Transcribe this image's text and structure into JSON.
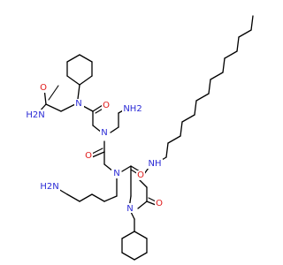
{
  "structure": {
    "atoms": {
      "amide_n": "H2N",
      "amide_o": "O",
      "n_cyhex_top": "N",
      "o_top": "O",
      "n_aminoethyl": "N",
      "nh2_ethyl": "NH2",
      "o_mid": "O",
      "nh_chain": "NH",
      "h2n_butyl": "H2N",
      "n_butyl": "N",
      "o_lower": "O",
      "o_bottom": "O",
      "n_cyhex_bottom": "N"
    }
  },
  "colors": {
    "nitrogen": "#2b2bd6",
    "oxygen": "#e01818",
    "bond": "#000000",
    "background": "#ffffff"
  }
}
